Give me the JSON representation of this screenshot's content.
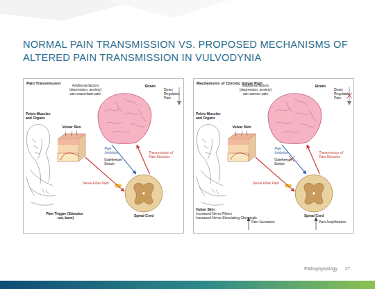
{
  "diagram": {
    "title": "NORMAL PAIN TRANSMISSION VS. PROPOSED MECHANISMS OF ALTERED PAIN TRANSMISSION IN VULVODYNIA",
    "nodes": [
      {
        "text": [
          "Pain Transmission"
        ]
      },
      {
        "text": [
          "Brain"
        ],
        "in": 0
      },
      {
        "text": [
          "Vulvar Skin"
        ],
        "in": 0
      },
      {
        "text": [
          "Spinal Cord"
        ],
        "in": 0
      },
      {
        "text": [
          "Mechanisms of Chronic Vulvar Pain"
        ]
      },
      {
        "text": [
          "Brain"
        ],
        "in": 4
      },
      {
        "text": [
          "Vulvar Skin"
        ],
        "in": 4
      },
      {
        "text": [
          "Spinal Cord"
        ],
        "in": 4
      }
    ],
    "edges": [
      {
        "from": 2,
        "to": 3,
        "label": "Nerve Fiber Path",
        "arrow": "to"
      },
      {
        "from": 1,
        "to": 3,
        "label": "Pain Inhibition",
        "arrow": "to"
      },
      {
        "from": 3,
        "to": 1,
        "label": "Transmission of Pain Stimulus",
        "arrow": "to"
      },
      {
        "from": 6,
        "to": 7,
        "label": "Nerve Fiber Path",
        "arrow": "to"
      },
      {
        "from": 5,
        "to": 7,
        "label": "Pain Inhibition",
        "arrow": "to"
      },
      {
        "from": 7,
        "to": 5,
        "label": "Transmission of Pain Stimulus",
        "arrow": "to"
      }
    ],
    "labels": [
      "Additional factors (depression, anxiety) can exacerbate pain",
      "Down Regulates Pain",
      "Pelvic Muscles and Organs",
      "Gatekeeper Switch",
      "Pain Trigger (Stimulus - cut, burn)",
      "Additional factors (depression, anxiety) can worsen pain",
      "Down Regulates Pain",
      "Pelvic Muscles and Organs",
      "Gatekeeper Switch",
      "Vulvar Skin",
      "Increased Nerve Fibers",
      "Increased Nerve-Stimulating Chemicals",
      "Pain Sensation",
      "Pain Amplification",
      "Pathophysiology",
      "27"
    ]
  }
}
